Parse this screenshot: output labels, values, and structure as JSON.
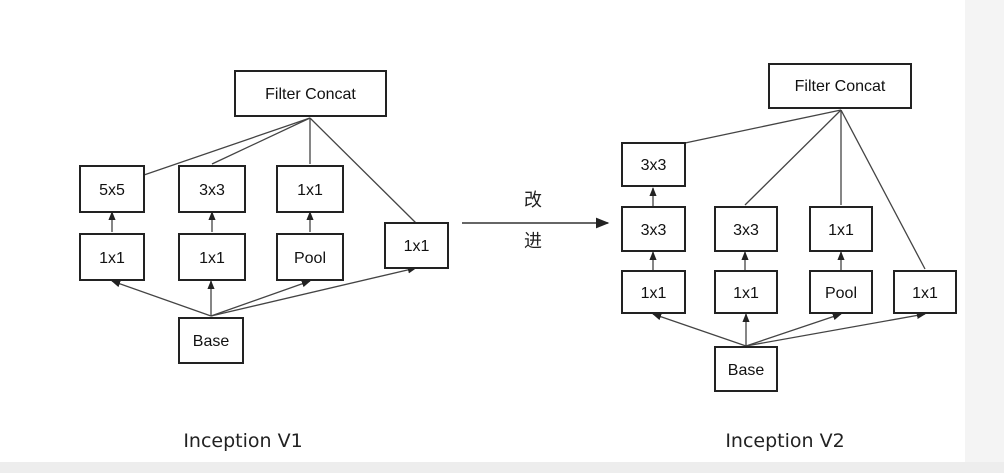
{
  "diagram": {
    "v1": {
      "caption": "Inception V1",
      "concat_label": "Filter Concat",
      "base_label": "Base",
      "box_5x5": "5x5",
      "box_3x3": "3x3",
      "box_1x1_top": "1x1",
      "box_1x1_a": "1x1",
      "box_1x1_b": "1x1",
      "box_pool": "Pool",
      "box_1x1_right": "1x1"
    },
    "arrow_text": {
      "line1": "改",
      "line2": "进"
    },
    "v2": {
      "caption": "Inception V2",
      "concat_label": "Filter Concat",
      "base_label": "Base",
      "box_3x3_top": "3x3",
      "box_3x3_mid": "3x3",
      "box_3x3_b": "3x3",
      "box_1x1_top": "1x1",
      "box_1x1_a": "1x1",
      "box_1x1_b": "1x1",
      "box_pool": "Pool",
      "box_1x1_right": "1x1"
    }
  }
}
